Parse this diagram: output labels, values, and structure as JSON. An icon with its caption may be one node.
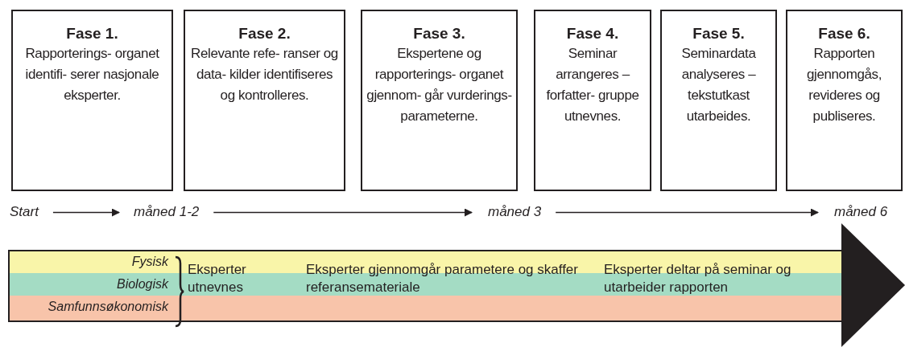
{
  "diagram": {
    "nodes": [
      {
        "text": [
          "Fase 1.",
          "Rapporterings- organet identifi- serer nasjonale eksperter."
        ]
      },
      {
        "text": [
          "Fase 2.",
          "Relevante refe- ranser og data- kilder identifiseres og kontrolleres."
        ]
      },
      {
        "text": [
          "Fase 3.",
          "Ekspertene og rapporterings- organet gjennom- går vurderings- parameterne."
        ]
      },
      {
        "text": [
          "Fase 4.",
          "Seminar arrangeres – forfatter- gruppe utnevnes."
        ]
      },
      {
        "text": [
          "Fase 5.",
          "Seminardata analyseres – tekstutkast utarbeides."
        ]
      },
      {
        "text": [
          "Fase 6.",
          "Rapporten gjennomgås, revideres og publiseres."
        ]
      },
      {
        "text": [
          "Start"
        ]
      },
      {
        "text": [
          "måned 1-2"
        ]
      },
      {
        "text": [
          "måned 3"
        ]
      },
      {
        "text": [
          "måned 6"
        ]
      },
      {
        "text": [],
        "shape": "arrow"
      },
      {
        "text": [
          "Fysisk"
        ],
        "in": 10
      },
      {
        "text": [
          "Biologisk"
        ],
        "in": 10
      },
      {
        "text": [
          "Samfunnsøkonomisk"
        ],
        "in": 10
      }
    ],
    "edges": [
      {
        "from": 6,
        "to": 7,
        "arrow": "to"
      },
      {
        "from": 7,
        "to": 8,
        "arrow": "to"
      },
      {
        "from": 8,
        "to": 9,
        "arrow": "to"
      }
    ],
    "labels": [
      "Eksperter utnevnes",
      "Eksperter gjennomgår parametere og skaffer referansemateriale",
      "Eksperter deltar på seminar og utarbeider rapporten"
    ]
  }
}
